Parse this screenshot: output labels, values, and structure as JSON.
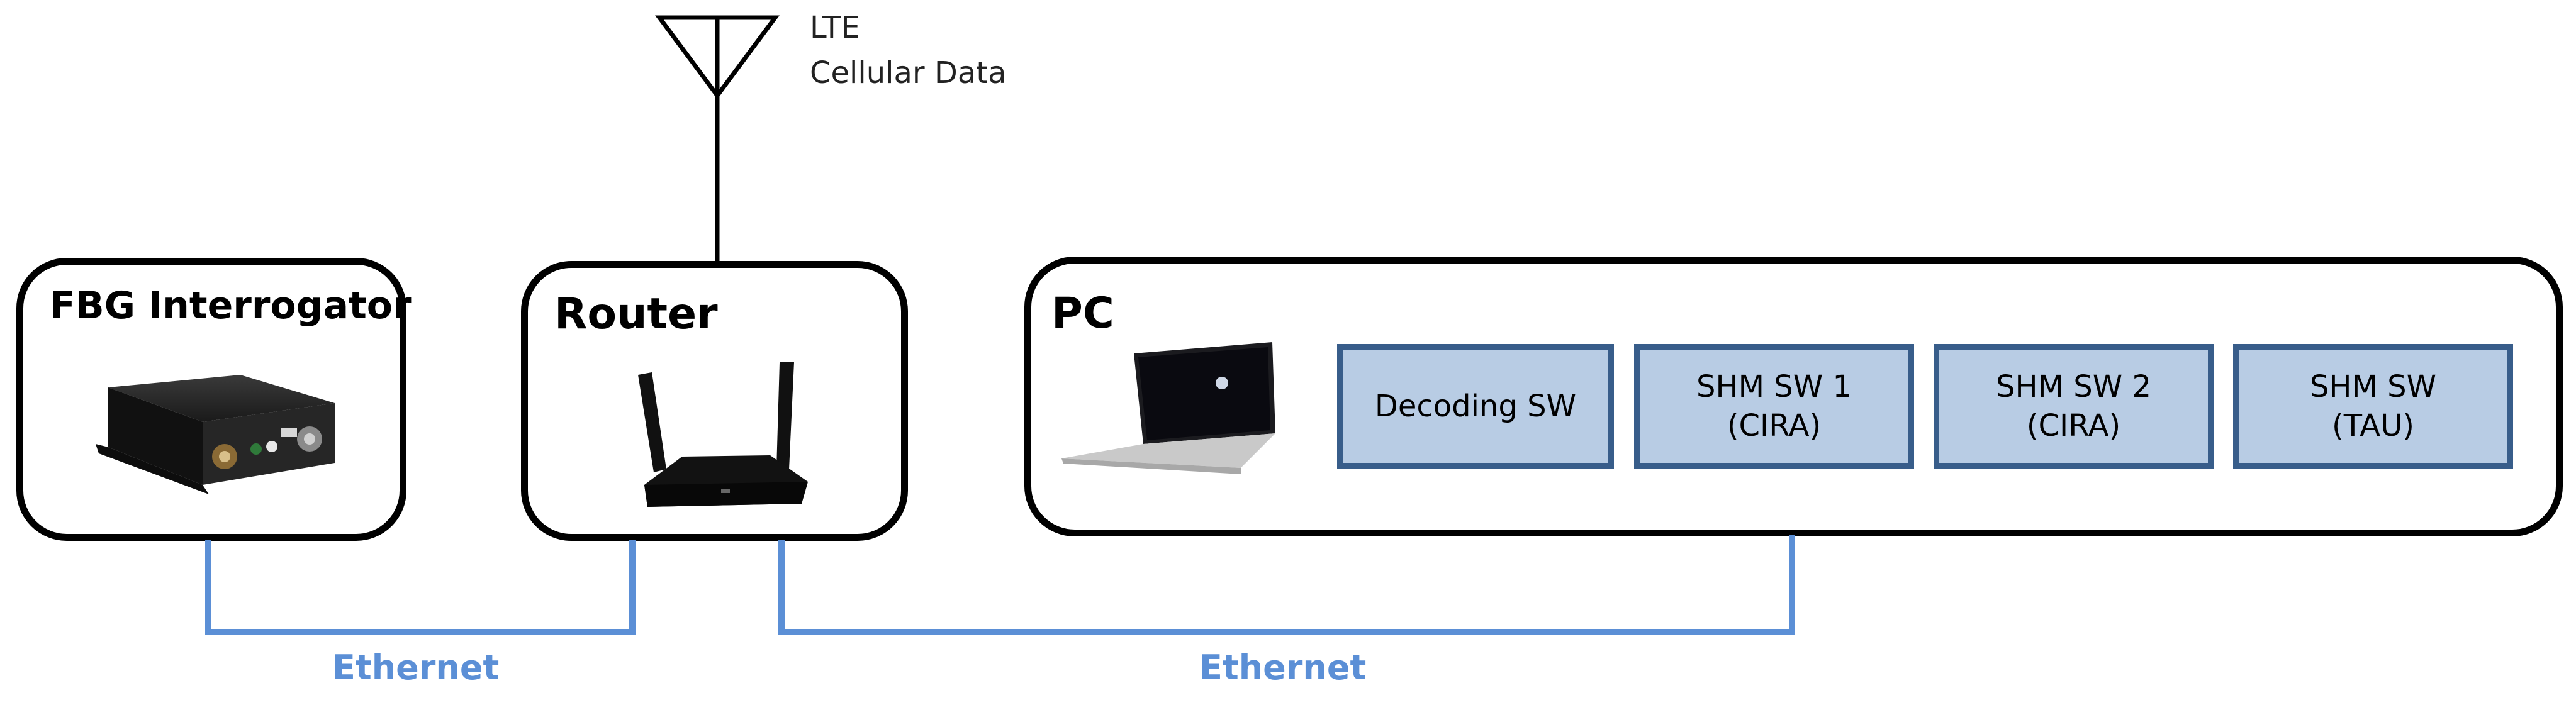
{
  "antenna": {
    "label_line1": "LTE",
    "label_line2": "Cellular Data"
  },
  "fbg": {
    "title": "FBG Interrogator"
  },
  "router": {
    "title": "Router"
  },
  "pc": {
    "title": "PC",
    "software": [
      {
        "line1": "Decoding SW",
        "line2": ""
      },
      {
        "line1": "SHM SW 1",
        "line2": "(CIRA)"
      },
      {
        "line1": "SHM SW 2",
        "line2": "(CIRA)"
      },
      {
        "line1": "SHM SW",
        "line2": "(TAU)"
      }
    ]
  },
  "links": {
    "left_label": "Ethernet",
    "right_label": "Ethernet"
  },
  "colors": {
    "ethernet": "#5b8fd6",
    "software_fill": "#b8cce4",
    "software_border": "#385d8a"
  }
}
